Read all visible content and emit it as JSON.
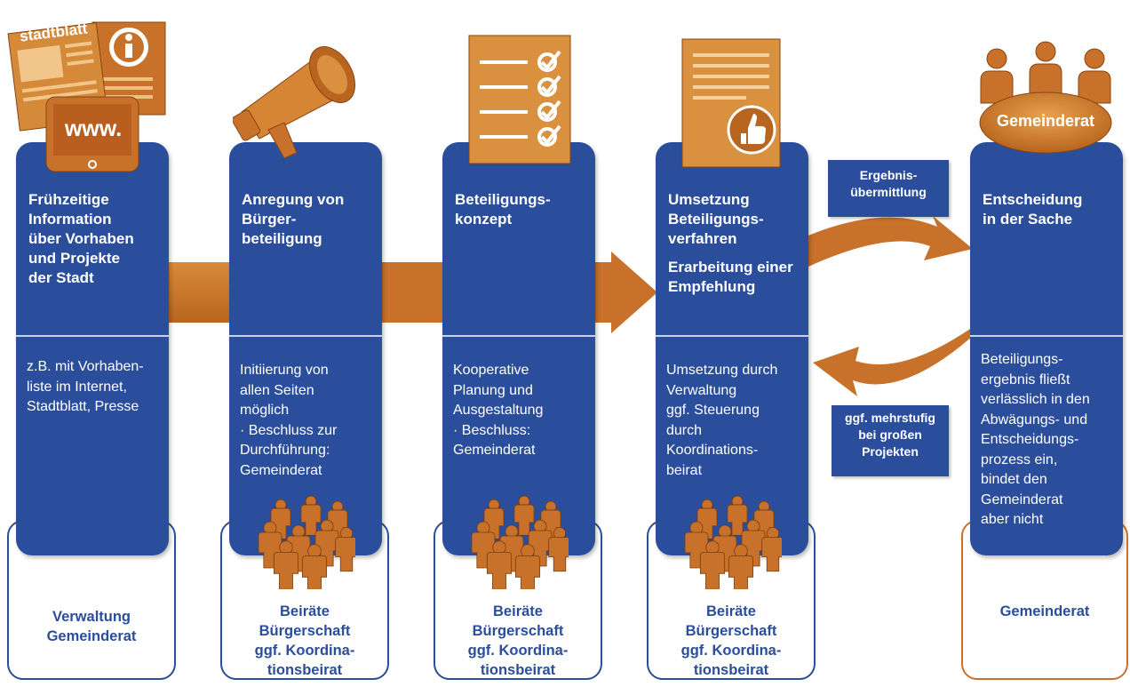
{
  "colors": {
    "blue": "#2a4e9c",
    "orange": "#c8712a",
    "orange_light": "#e0a04a"
  },
  "icons": {
    "stage1": "newspaper-info-tablet-icon",
    "stage2": "megaphone-icon",
    "stage3": "checklist-icon",
    "stage4": "document-thumbs-up-icon",
    "stage5": "council-people-icon",
    "citizens": "citizen-group-icon"
  },
  "stage1": {
    "title": "Frühzeitige\nInformation\nüber Vorhaben\nund Projekte\nder Stadt",
    "body": "z.B. mit Vorhaben-\nliste im Internet,\nStadtblatt, Presse",
    "bottom": "Verwaltung\nGemeinderat",
    "icon_newspaper_text": "stadtblatt",
    "icon_tablet_text": "www."
  },
  "stage2": {
    "title": "Anregung von\nBürger-\nbeteiligung",
    "body": "Initiierung von\nallen Seiten\nmöglich\n· Beschluss zur\n  Durchführung:\n  Gemeinderat",
    "bottom": "Beiräte\nBürgerschaft\nggf. Koordina-\ntionsbeirat"
  },
  "stage3": {
    "title": "Beteiligungs-\nkonzept",
    "body": "Kooperative\nPlanung und\nAusgestaltung\n· Beschluss:\n  Gemeinderat",
    "bottom": "Beiräte\nBürgerschaft\nggf. Koordina-\ntionsbeirat"
  },
  "stage4": {
    "title": "Umsetzung\nBeteiligungs-\nverfahren",
    "title2": "Erarbeitung einer\nEmpfehlung",
    "body": "Umsetzung durch\nVerwaltung\nggf. Steuerung\ndurch\nKoordinations-\nbeirat",
    "bottom": "Beiräte\nBürgerschaft\nggf. Koordina-\ntionsbeirat"
  },
  "stage5": {
    "title": "Entscheidung\nin der Sache",
    "body": "Beteiligungs-\nergebnis fließt\nverlässlich in den\nAbwägungs- und\nEntscheidungs-\nprozess ein,\nbindet den\nGemeinderat\naber nicht",
    "bottom": "Gemeinderat",
    "icon_label": "Gemeinderat"
  },
  "connectors": {
    "result_transfer": "Ergebnis-\nübermittlung",
    "multistage": "ggf. mehrstufig\nbei großen\nProjekten"
  }
}
